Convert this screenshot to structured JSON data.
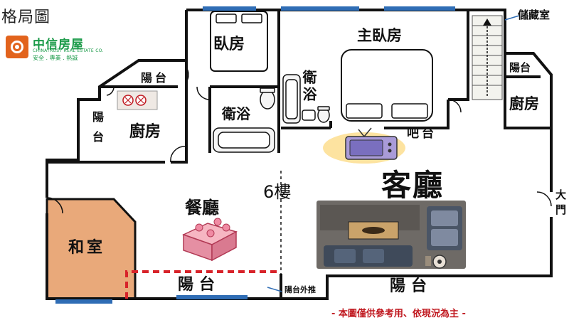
{
  "header": {
    "title": "格局圖"
  },
  "logo": {
    "name": "中信房屋",
    "english": "CHINATRUST REAL ESTATE CO.",
    "slogan": "安全 . 專業 . 熱誠"
  },
  "rooms": {
    "bedroom": "臥房",
    "master_bedroom": "主臥房",
    "bath_left": "衛浴",
    "bath_master": "衛浴",
    "storage": "儲藏室",
    "balcony_top": "陽台",
    "balcony_right_top": "陽台",
    "kitchen_left": "廚房",
    "kitchen_right": "廚房",
    "balcony_left": "陽台",
    "bar": "吧台",
    "floor": "6樓",
    "living_room": "客廳",
    "dining_room": "餐廳",
    "tatami_room": "和室",
    "balcony_bottom_left": "陽台",
    "balcony_bottom_right": "陽台",
    "balcony_extension": "陽台外推",
    "main_door": "大門"
  },
  "disclaimer": "- 本圖僅供參考用、依現況為主 -",
  "colors": {
    "wall": "#111111",
    "window": "#2f6db5",
    "tatami": "#e9a97a",
    "extension_line": "#d8232a",
    "logo_green": "#1a9a48",
    "logo_orange": "#e2631c",
    "disclaimer": "#c0181f"
  }
}
